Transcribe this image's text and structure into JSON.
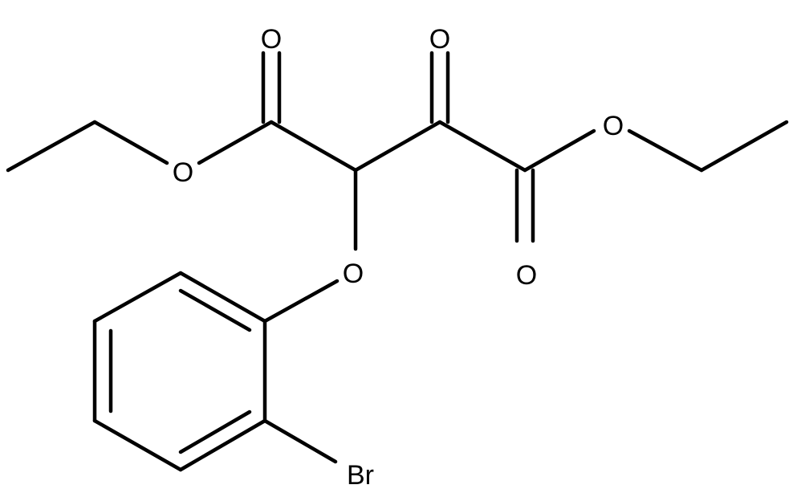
{
  "atoms": {
    "o_ester_carbonyl_left": "O",
    "o_ketone": "O",
    "o_ester_left": "O",
    "o_ester_right": "O",
    "o_ester_carbonyl_right": "O",
    "o_aryl_ether": "O",
    "br": "Br"
  },
  "colors": {
    "bond": "#000000",
    "label": "#000000",
    "background": "#ffffff"
  }
}
